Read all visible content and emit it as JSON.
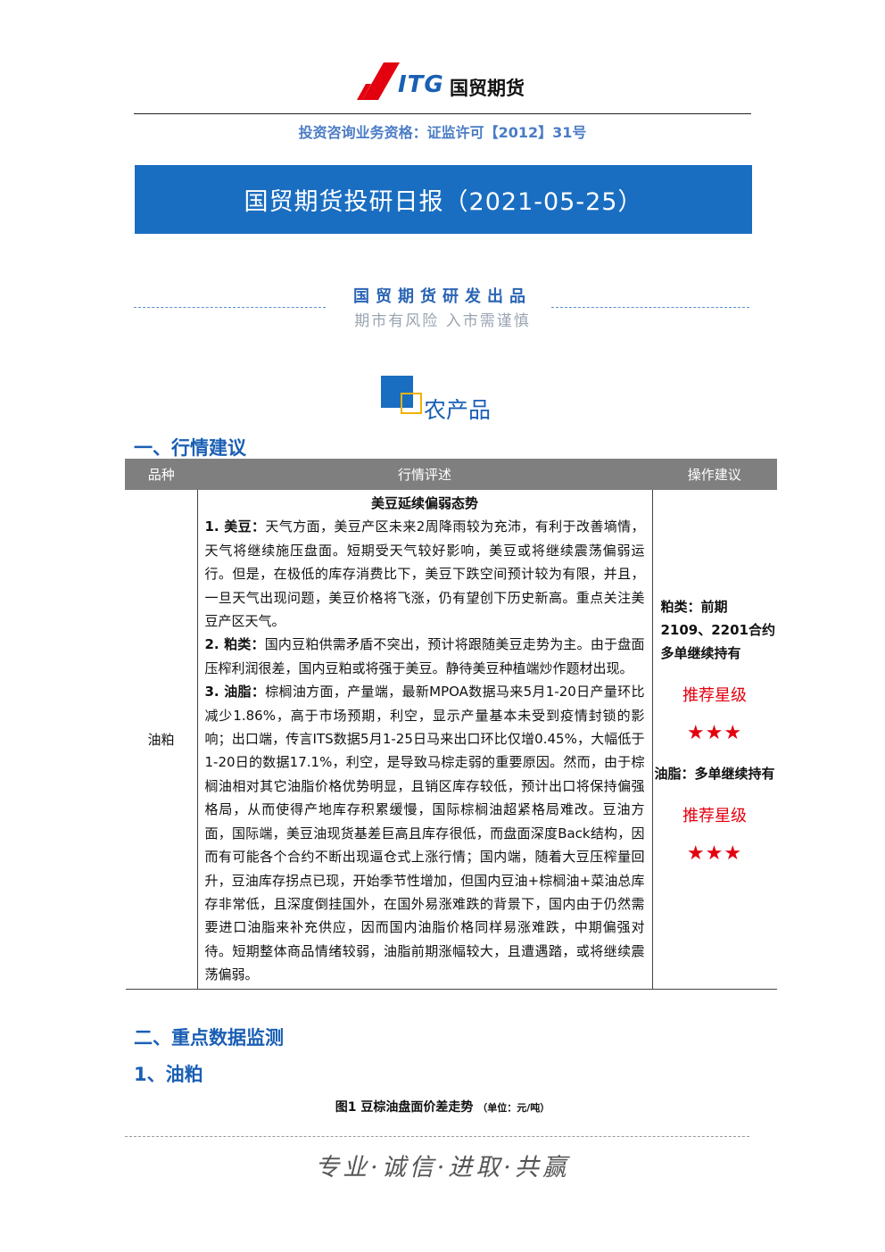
{
  "header": {
    "logo_text": "ITG",
    "logo_cn": "国贸期货",
    "license": "投资咨询业务资格：证监许可【2012】31号",
    "banner_title": "国贸期货投研日报（2021-05-25）",
    "producer": "国贸期货研发出品",
    "risk_slogan": "期市有风险 入市需谨慎"
  },
  "section": {
    "title": "农产品",
    "heading1": "一、行情建议"
  },
  "table": {
    "headers": [
      "品种",
      "行情评述",
      "操作建议"
    ],
    "row": {
      "variety": "油粕",
      "subtitle": "美豆延续偏弱态势",
      "p1_label": "1. 美豆：",
      "p1_text": "天气方面，美豆产区未来2周降雨较为充沛，有利于改善墒情，天气将继续施压盘面。短期受天气较好影响，美豆或将继续震荡偏弱运行。但是，在极低的库存消费比下，美豆下跌空间预计较为有限，并且，一旦天气出现问题，美豆价格将飞涨，仍有望创下历史新高。重点关注美豆产区天气。",
      "p2_label": "2. 粕类：",
      "p2_text": "国内豆粕供需矛盾不突出，预计将跟随美豆走势为主。由于盘面压榨利润很差，国内豆粕或将强于美豆。静待美豆种植端炒作题材出现。",
      "p3_label": "3. 油脂：",
      "p3_text": "棕榈油方面，产量端，最新MPOA数据马来5月1-20日产量环比减少1.86%，高于市场预期，利空，显示产量基本未受到疫情封锁的影响；出口端，传言ITS数据5月1-25日马来出口环比仅增0.45%，大幅低于1-20日的数据17.1%，利空，是导致马棕走弱的重要原因。然而，由于棕榈油相对其它油脂价格优势明显，且销区库存较低，预计出口将保持偏强格局，从而使得产地库存积累缓慢，国际棕榈油超紧格局难改。豆油方面，国际端，美豆油现货基差巨高且库存很低，而盘面深度Back结构，因而有可能各个合约不断出现逼仓式上涨行情；国内端，随着大豆压榨量回升，豆油库存拐点已现，开始季节性增加，但国内豆油+棕榈油+菜油总库存非常低，且深度倒挂国外，在国外易涨难跌的背景下，国内由于仍然需要进口油脂来补充供应，因而国内油脂价格同样易涨难跌，中期偏强对待。短期整体商品情绪较弱，油脂前期涨幅较大，且遭遇踏，或将继续震荡偏弱。",
      "advice1": "粕类：前期2109、2201合约多单继续持有",
      "rec1_label": "推荐星级",
      "rec1_stars": "★★★",
      "advice2": "油脂：多单继续持有",
      "rec2_label": "推荐星级",
      "rec2_stars": "★★★"
    }
  },
  "data_section": {
    "heading2": "二、重点数据监测",
    "heading3": "1、油粕",
    "figure_caption": "图1 豆棕油盘面价差走势",
    "figure_unit": "（单位：元/吨）"
  },
  "footer": {
    "motto": "专业·诚信·进取·共赢"
  },
  "colors": {
    "brand_blue": "#1a6ec1",
    "accent_red": "#e3000f",
    "header_gray": "#7f7f7f"
  }
}
